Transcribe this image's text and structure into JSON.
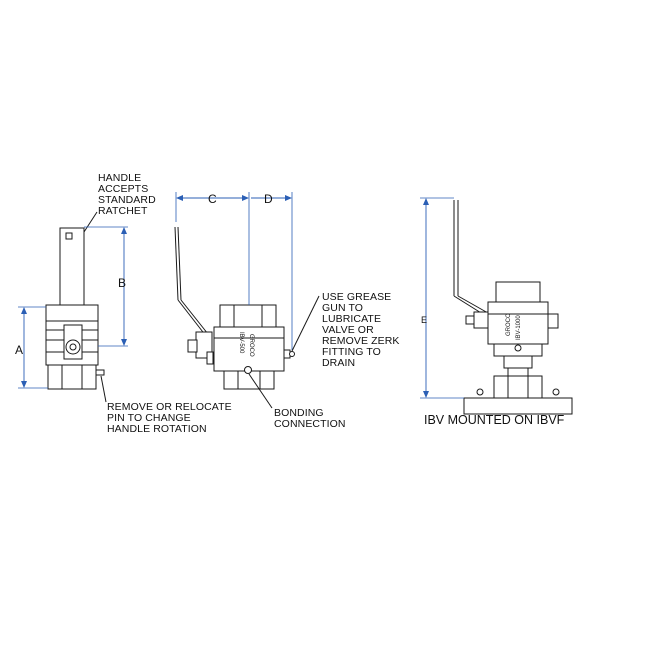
{
  "labels": {
    "handle_note": [
      "HANDLE",
      "ACCEPTS",
      "STANDARD",
      "RATCHET"
    ],
    "pin_note": [
      "REMOVE OR RELOCATE",
      "PIN TO CHANGE",
      "HANDLE ROTATION"
    ],
    "grease_note": [
      "USE GREASE",
      "GUN TO",
      "LUBRICATE",
      "VALVE OR",
      "REMOVE ZERK",
      "FITTING TO",
      "DRAIN"
    ],
    "bonding_note": [
      "BONDING",
      "CONNECTION"
    ],
    "caption": "IBV MOUNTED  ON IBVF"
  },
  "dimensions": {
    "a": "A",
    "b": "B",
    "c": "C",
    "d": "D",
    "e": "E"
  },
  "markings": {
    "brand": "GROCO",
    "model_side": "IBV-500",
    "model_right": "IBV-1000"
  },
  "colors": {
    "ink": "#1a1a1a",
    "dimension_lines": "#2b5fb5"
  }
}
